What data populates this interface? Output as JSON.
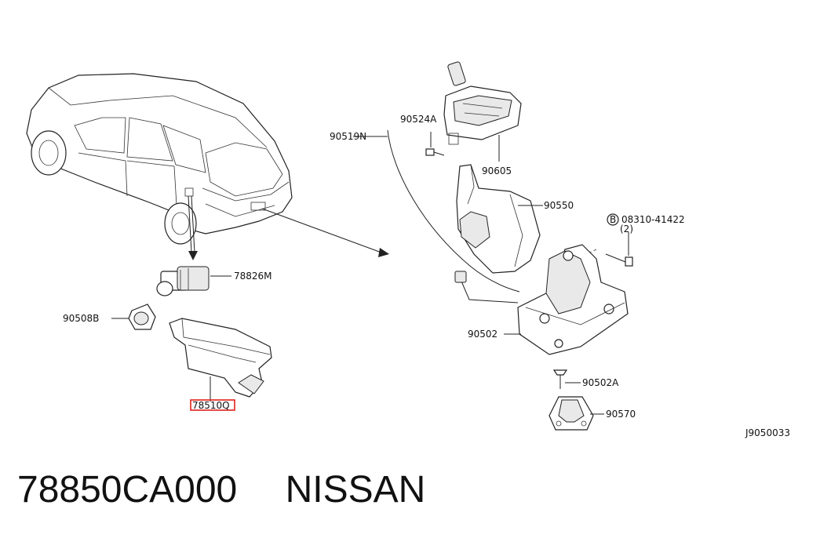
{
  "labels": {
    "p78826M": "78826M",
    "p90508B": "90508B",
    "p78510Q": "78510Q",
    "p90519N": "90519N",
    "p90524A": "90524A",
    "p90605": "90605",
    "p90550": "90550",
    "p08310": "08310-41422",
    "p08310_qty": "(2)",
    "bolt_marker": "B",
    "p90502": "90502",
    "p90502A": "90502A",
    "p90570": "90570",
    "diagram_id": "J9050033"
  },
  "footer": {
    "part_number": "78850CA000",
    "brand": "NISSAN"
  },
  "colors": {
    "highlight": "#e0201b",
    "line": "#222222"
  }
}
